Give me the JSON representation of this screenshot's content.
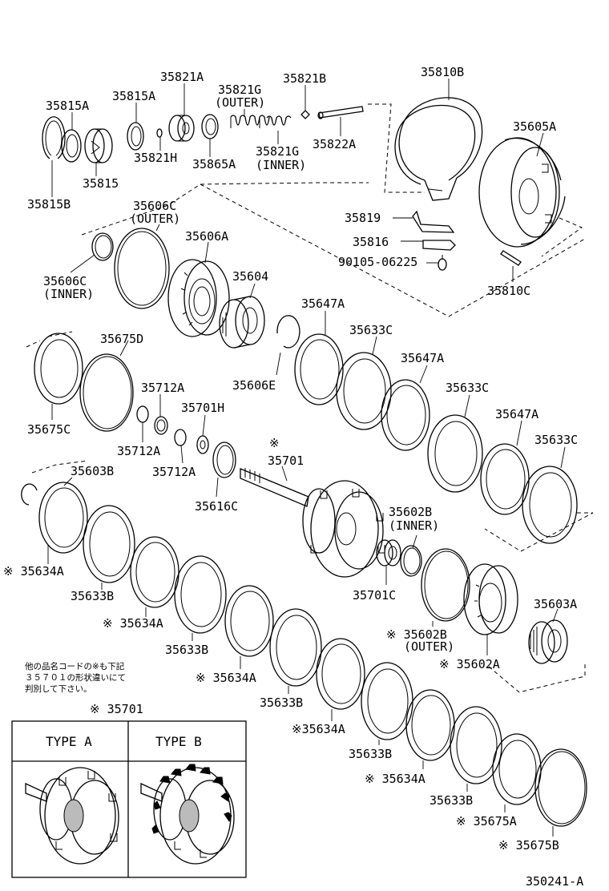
{
  "labels": {
    "p35815A": "35815A",
    "p35815A_2": "35815A",
    "p35815": "35815",
    "p35815B": "35815B",
    "p35821A": "35821A",
    "p35821H": "35821H",
    "p35865A": "35865A",
    "p35821G_outer": "35821G",
    "outer_1": "(OUTER)",
    "p35821G_inner": "35821G",
    "inner_1": "(INNER)",
    "p35821B": "35821B",
    "p35822A": "35822A",
    "p35810B": "35810B",
    "p35605A": "35605A",
    "p35819": "35819",
    "p35816": "35816",
    "p90105": "90105-06225",
    "p35810C": "35810C",
    "p35606C_outer": "35606C",
    "outer_2": "(OUTER)",
    "p35606A": "35606A",
    "p35606C_inner": "35606C",
    "inner_2": "(INNER)",
    "p35604": "35604",
    "p35647A_1": "35647A",
    "p35633C_1": "35633C",
    "p35647A_2": "35647A",
    "p35633C_2": "35633C",
    "p35647A_3": "35647A",
    "p35633C_3": "35633C",
    "p35606E": "35606E",
    "p35675D": "35675D",
    "p35675C": "35675C",
    "p35712A_1": "35712A",
    "p35712A_2": "35712A",
    "p35712A_3": "35712A",
    "p35701H": "35701H",
    "mark_35701": "※",
    "p35701": "35701",
    "p35616C": "35616C",
    "p35603B": "35603B",
    "p35634A_1": "※ 35634A",
    "p35633B_1": "35633B",
    "p35634A_2": "※ 35634A",
    "p35633B_2": "35633B",
    "p35634A_3": "※ 35634A",
    "p35633B_3": "35633B",
    "p35634A_4": "※35634A",
    "p35633B_4": "35633B",
    "p35634A_5": "※ 35634A",
    "p35633B_5": "35633B",
    "p35602B_inner": "35602B",
    "inner_3": "(INNER)",
    "p35701C": "35701C",
    "p35602B_outer": "※ 35602B",
    "outer_3": "(OUTER)",
    "p35602A": "※ 35602A",
    "p35603A": "35603A",
    "p35675A": "※ 35675A",
    "p35675B": "※ 35675B",
    "note_line1": "他の品名コードの※も下記",
    "note_line2": "３５７０１の形状違いにて",
    "note_line3": "判別して下さい。",
    "box_title": "※ 35701",
    "type_a": "TYPE  A",
    "type_b": "TYPE  B",
    "figure_id": "350241-A"
  }
}
